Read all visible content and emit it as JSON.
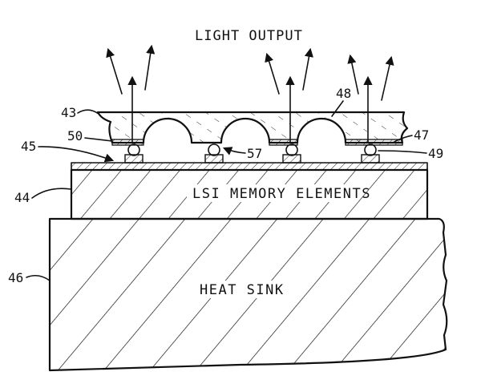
{
  "title": "LIGHT OUTPUT",
  "regions": {
    "memory": "LSI MEMORY ELEMENTS",
    "heatsink": "HEAT SINK"
  },
  "refs": {
    "r43": "43",
    "r50": "50",
    "r45": "45",
    "r44": "44",
    "r46": "46",
    "r48": "48",
    "r47": "47",
    "r49": "49",
    "r57": "57"
  }
}
